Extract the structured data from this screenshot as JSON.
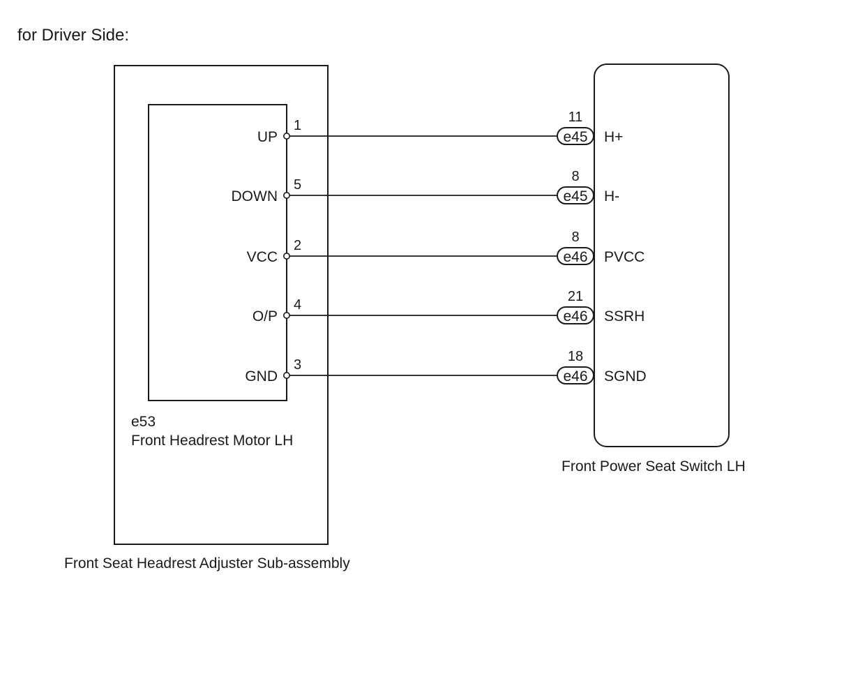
{
  "title": "for Driver Side:",
  "left_component": {
    "assembly_name": "Front Seat Headrest Adjuster Sub-assembly",
    "inner_connector": "e53",
    "inner_name": "Front Headrest Motor LH"
  },
  "right_component": {
    "name": "Front Power Seat Switch LH"
  },
  "wires": [
    {
      "left_signal": "UP",
      "left_pin": "1",
      "right_pin": "11",
      "right_connector": "e45",
      "right_signal": "H+"
    },
    {
      "left_signal": "DOWN",
      "left_pin": "5",
      "right_pin": "8",
      "right_connector": "e45",
      "right_signal": "H-"
    },
    {
      "left_signal": "VCC",
      "left_pin": "2",
      "right_pin": "8",
      "right_connector": "e46",
      "right_signal": "PVCC"
    },
    {
      "left_signal": "O/P",
      "left_pin": "4",
      "right_pin": "21",
      "right_connector": "e46",
      "right_signal": "SSRH"
    },
    {
      "left_signal": "GND",
      "left_pin": "3",
      "right_pin": "18",
      "right_connector": "e46",
      "right_signal": "SGND"
    }
  ]
}
